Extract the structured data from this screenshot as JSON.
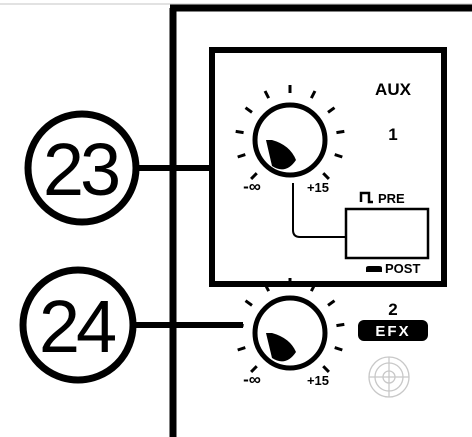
{
  "callouts": [
    {
      "number": "23"
    },
    {
      "number": "24"
    }
  ],
  "aux_section": {
    "title": "AUX",
    "channel": "1",
    "knob_min_label": "-∞",
    "knob_max_label": "+15"
  },
  "prepost_switch": {
    "pre_label": "PRE",
    "post_label": "POST"
  },
  "efx_section": {
    "channel": "2",
    "badge": "EFX",
    "knob_min_label": "-∞",
    "knob_max_label": "+15"
  }
}
